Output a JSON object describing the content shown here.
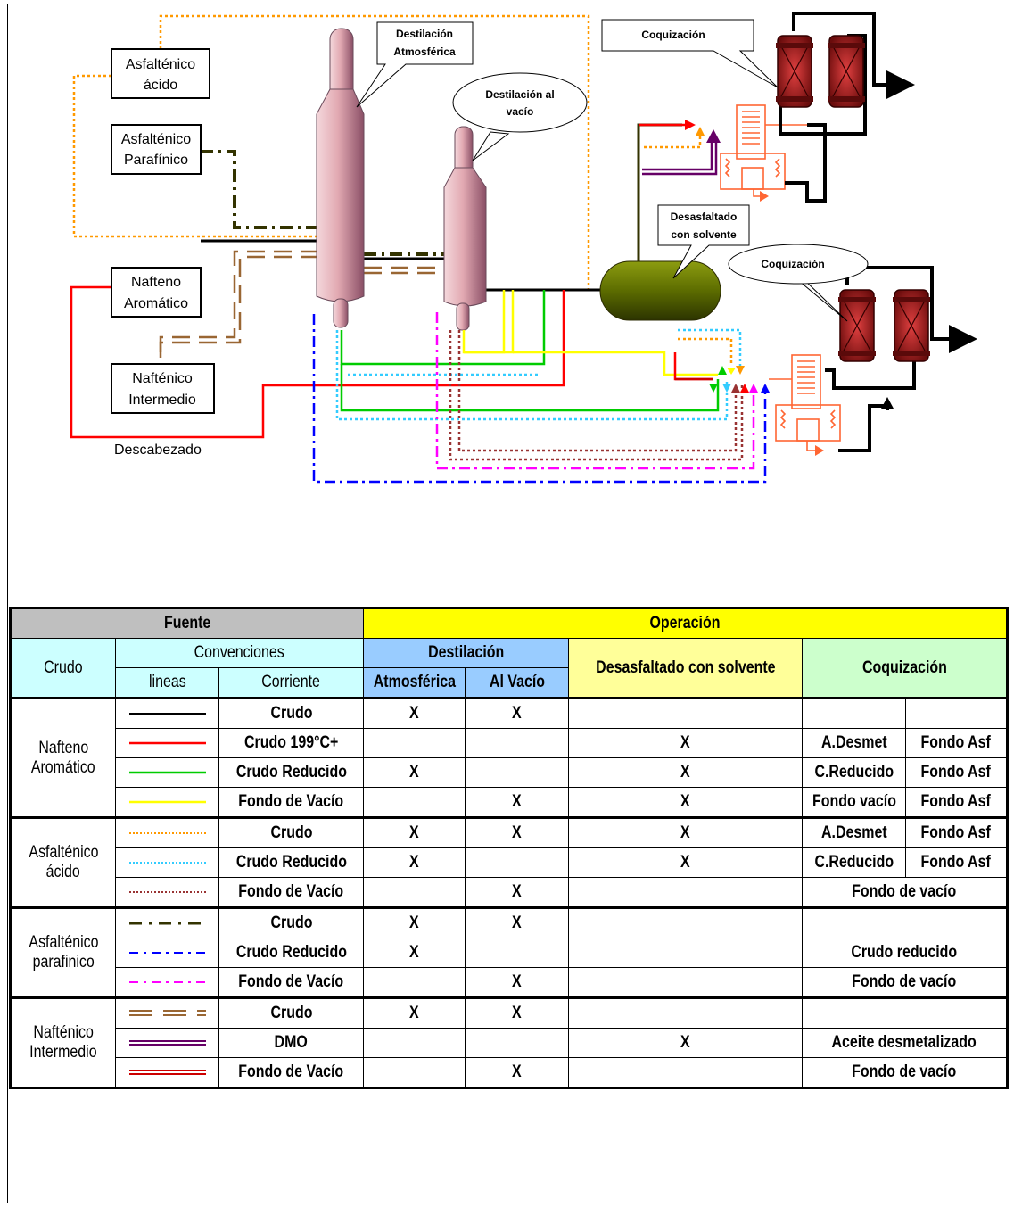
{
  "diagram": {
    "boxes": {
      "asf_acido": [
        "Asfalténico",
        "ácido"
      ],
      "asf_parafinico": [
        "Asfalténico",
        "Parafínico"
      ],
      "nafteno_aromatico": [
        "Nafteno",
        "Aromático"
      ],
      "naftenico_intermedio": [
        "Nafténico",
        "Intermedio"
      ]
    },
    "descabezado": "Descabezado",
    "callouts": {
      "dest_atm": [
        "Destilación",
        "Atmosférica"
      ],
      "dest_vac": [
        "Destilación al",
        "vacío"
      ],
      "desasfaltado": [
        "Desasfaltado",
        "con solvente"
      ],
      "coquizacion_1": "Coquización",
      "coquizacion_2": "Coquización"
    },
    "colors": {
      "crudo": "#000000",
      "crudo199": "#ff0000",
      "crudo_reducido": "#00cc00",
      "fondo_vacio": "#ffff00",
      "asf_acido_crudo": "#ff9900",
      "asf_acido_reducido": "#33ccff",
      "asf_acido_fondo": "#993333",
      "asf_par_crudo": "#333300",
      "asf_par_reducido": "#0000ff",
      "asf_par_fondo": "#ff00ff",
      "naft_crudo": "#996633",
      "naft_dmo": "#660066",
      "naft_fondo": "#cc0000",
      "tower": "#e8b0b8",
      "drum": "#556b00",
      "coker": "#8b1a1a"
    }
  },
  "table": {
    "header": {
      "fuente": "Fuente",
      "operacion": "Operación",
      "crudo": "Crudo",
      "convenciones": "Convenciones",
      "lineas": "lineas",
      "corriente": "Corriente",
      "destilacion": "Destilación",
      "atmosferica": "Atmosférica",
      "al_vacio": "Al Vacío",
      "desasfaltado": "Desasfaltado con solvente",
      "coquizacion": "Coquización"
    },
    "groups": [
      {
        "crudo": [
          "Nafteno",
          "Aromático"
        ],
        "rows": [
          {
            "line": "solid-black",
            "corriente": "Crudo",
            "atm": "X",
            "vac": "X",
            "des": [
              "",
              ""
            ],
            "coq": [
              "",
              ""
            ]
          },
          {
            "line": "solid-red",
            "corriente": "Crudo 199°C+",
            "atm": "",
            "vac": "",
            "des": "X",
            "coq": [
              "A.Desmet",
              "Fondo Asf"
            ]
          },
          {
            "line": "solid-green",
            "corriente": "Crudo Reducido",
            "atm": "X",
            "vac": "",
            "des": "X",
            "coq": [
              "C.Reducido",
              "Fondo Asf"
            ]
          },
          {
            "line": "solid-yellow",
            "corriente": "Fondo de Vacío",
            "atm": "",
            "vac": "X",
            "des": "X",
            "coq": [
              "Fondo vacío",
              "Fondo Asf"
            ]
          }
        ]
      },
      {
        "crudo": [
          "Asfalténico",
          "ácido"
        ],
        "rows": [
          {
            "line": "dot-orange",
            "corriente": "Crudo",
            "atm": "X",
            "vac": "X",
            "des": "X",
            "coq": [
              "A.Desmet",
              "Fondo Asf"
            ]
          },
          {
            "line": "dot-cyan",
            "corriente": "Crudo Reducido",
            "atm": "X",
            "vac": "",
            "des": "X",
            "coq": [
              "C.Reducido",
              "Fondo Asf"
            ]
          },
          {
            "line": "dot-maroon",
            "corriente": "Fondo de Vacío",
            "atm": "",
            "vac": "X",
            "des": "",
            "coq": "Fondo de vacío"
          }
        ]
      },
      {
        "crudo": [
          "Asfalténico",
          "parafinico"
        ],
        "rows": [
          {
            "line": "dashdot-olive",
            "corriente": "Crudo",
            "atm": "X",
            "vac": "X",
            "des": "",
            "coq": ""
          },
          {
            "line": "dashdot-blue",
            "corriente": "Crudo Reducido",
            "atm": "X",
            "vac": "",
            "des": "",
            "coq": "Crudo reducido"
          },
          {
            "line": "dashdot-magenta",
            "corriente": "Fondo de Vacío",
            "atm": "",
            "vac": "X",
            "des": "",
            "coq": "Fondo de vacío"
          }
        ]
      },
      {
        "crudo": [
          "Nafténico",
          "Intermedio"
        ],
        "rows": [
          {
            "line": "double-brown",
            "corriente": "Crudo",
            "atm": "X",
            "vac": "X",
            "des": "",
            "coq": ""
          },
          {
            "line": "double-purple",
            "corriente": "DMO",
            "atm": "",
            "vac": "",
            "des": "X",
            "coq": "Aceite desmetalizado"
          },
          {
            "line": "double-red",
            "corriente": "Fondo de Vacío",
            "atm": "",
            "vac": "X",
            "des": "",
            "coq": "Fondo de vacío"
          }
        ]
      }
    ]
  }
}
